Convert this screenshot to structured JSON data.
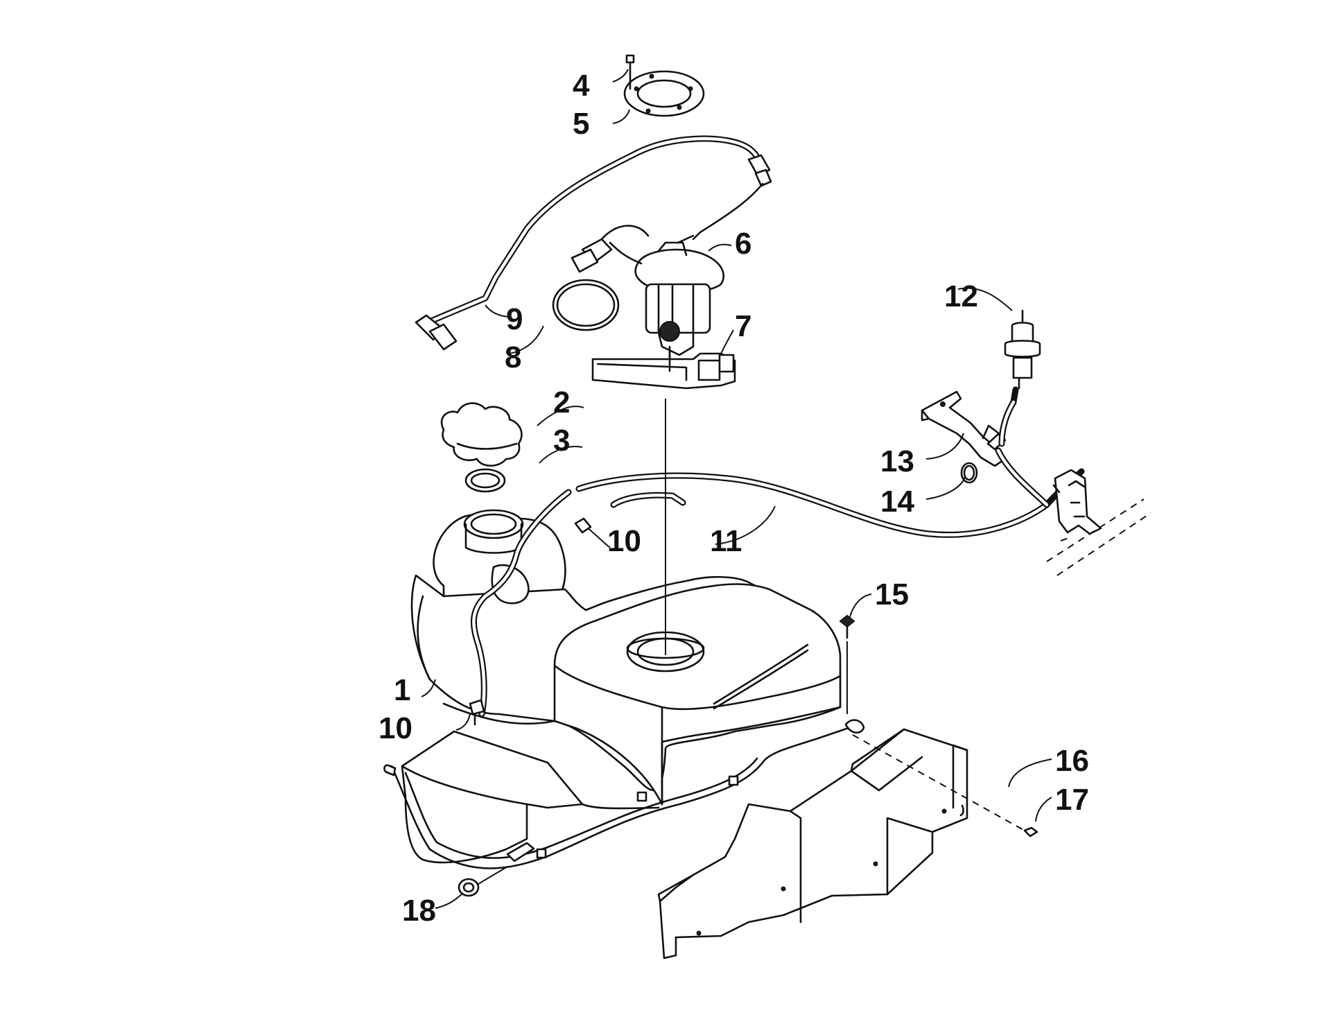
{
  "labels": {
    "l1": "1",
    "l2": "2",
    "l3": "3",
    "l4": "4",
    "l5": "5",
    "l6": "6",
    "l7": "7",
    "l8": "8",
    "l9": "9",
    "l10a": "10",
    "l10b": "10",
    "l11": "11",
    "l12": "12",
    "l13": "13",
    "l14": "14",
    "l15": "15",
    "l16": "16",
    "l17": "17",
    "l18": "18"
  },
  "colors": {
    "line": "#111111",
    "background": "#ffffff"
  }
}
